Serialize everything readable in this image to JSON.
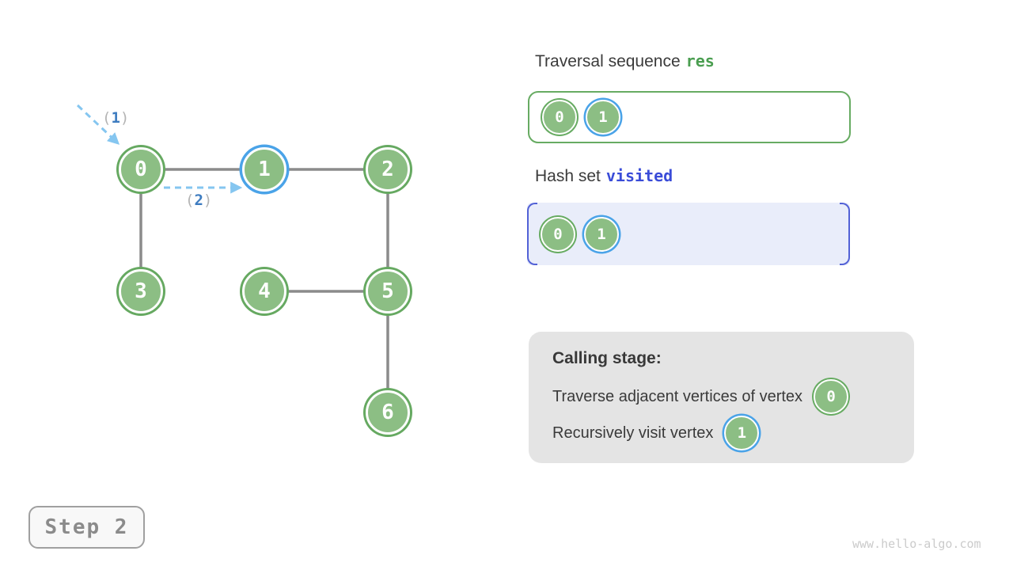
{
  "punct": {
    "open": "(",
    "close": ")"
  },
  "graph": {
    "vertices": [
      {
        "label": "0",
        "highlighted": false
      },
      {
        "label": "1",
        "highlighted": true
      },
      {
        "label": "2",
        "highlighted": false
      },
      {
        "label": "3",
        "highlighted": false
      },
      {
        "label": "4",
        "highlighted": false
      },
      {
        "label": "5",
        "highlighted": false
      },
      {
        "label": "6",
        "highlighted": false
      }
    ],
    "edges": [
      [
        0,
        1
      ],
      [
        1,
        2
      ],
      [
        0,
        3
      ],
      [
        2,
        5
      ],
      [
        4,
        5
      ],
      [
        5,
        6
      ]
    ],
    "arrows": [
      {
        "num": "1",
        "description": "enter vertex 0"
      },
      {
        "num": "2",
        "description": "traverse from vertex 0 to vertex 1"
      }
    ]
  },
  "res_panel": {
    "title": "Traversal sequence",
    "var": "res",
    "items": [
      {
        "label": "0",
        "highlighted": false
      },
      {
        "label": "1",
        "highlighted": true
      }
    ]
  },
  "visited_panel": {
    "title": "Hash set",
    "var": "visited",
    "items": [
      {
        "label": "0",
        "highlighted": false
      },
      {
        "label": "1",
        "highlighted": true
      }
    ]
  },
  "calling": {
    "heading": "Calling stage:",
    "lines": [
      {
        "text": "Traverse adjacent vertices of vertex",
        "vertex": "0",
        "highlighted": false
      },
      {
        "text": "Recursively visit vertex",
        "vertex": "1",
        "highlighted": true
      }
    ]
  },
  "step_label": "Step 2",
  "watermark": "www.hello-algo.com",
  "colors": {
    "vertex_fill": "#8cbe84",
    "vertex_ring": "#66a961",
    "highlight_ring": "#4aa3e8",
    "edge": "#8b8b8b",
    "arrow_dash": "#85c6f0",
    "res_code": "#4a9e50",
    "visited_code": "#3a4cd8",
    "visited_bg": "#e9edfa",
    "bracket": "#5261d6",
    "calling_bg": "#e4e4e4"
  }
}
